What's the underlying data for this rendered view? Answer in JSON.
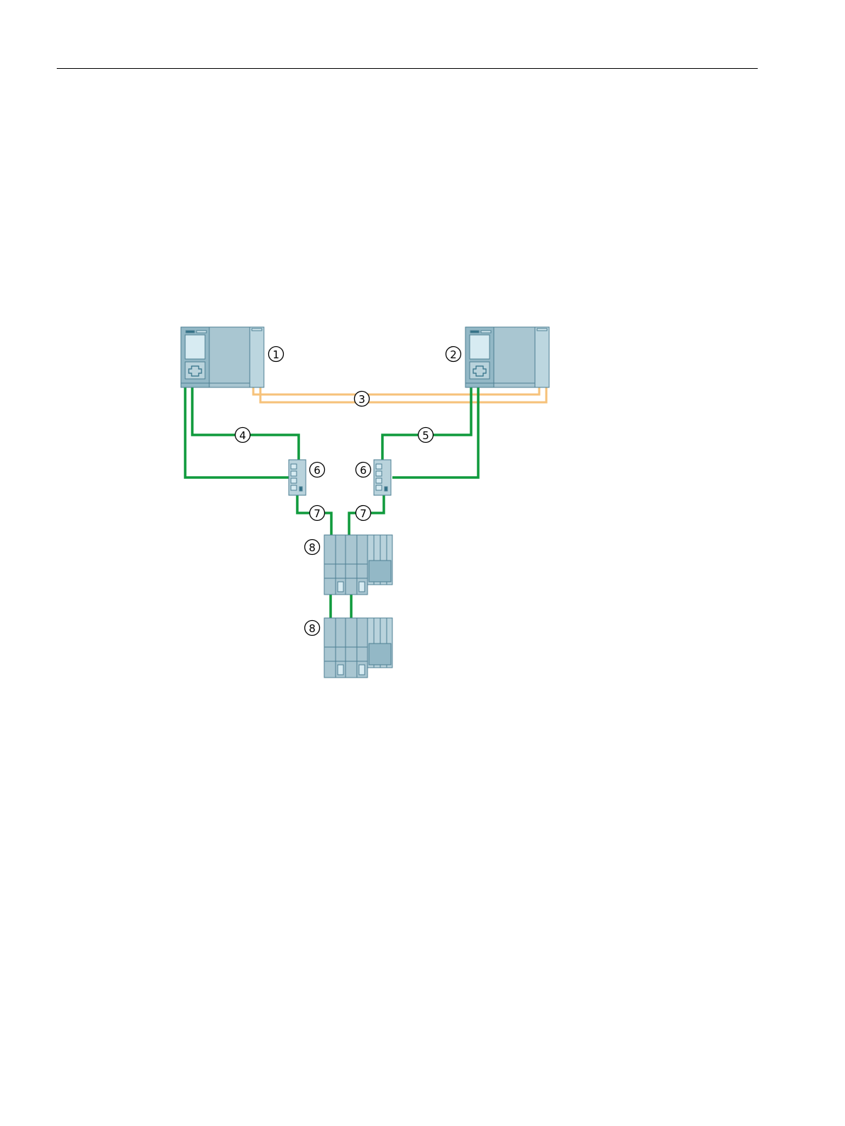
{
  "colors": {
    "cpu_body": "#a9c6d1",
    "cpu_panel": "#93b8c6",
    "cpu_outline": "#4d7f93",
    "screen": "#d7ebf2",
    "sync_line": "#f6c27a",
    "profinet_line": "#0f9a3c",
    "switch_body": "#b9d3dc",
    "io_body": "#a9c6d1"
  },
  "callouts": {
    "cpu1": "1",
    "cpu2": "2",
    "sync": "3",
    "net_left": "4",
    "net_right": "5",
    "switch_left": "6",
    "switch_right": "6",
    "link_left": "7",
    "link_right": "7",
    "io_top": "8",
    "io_bottom": "8"
  },
  "icons": {
    "cpu": "plc-cpu-icon",
    "switch": "network-switch-icon",
    "io": "distributed-io-station-icon"
  }
}
